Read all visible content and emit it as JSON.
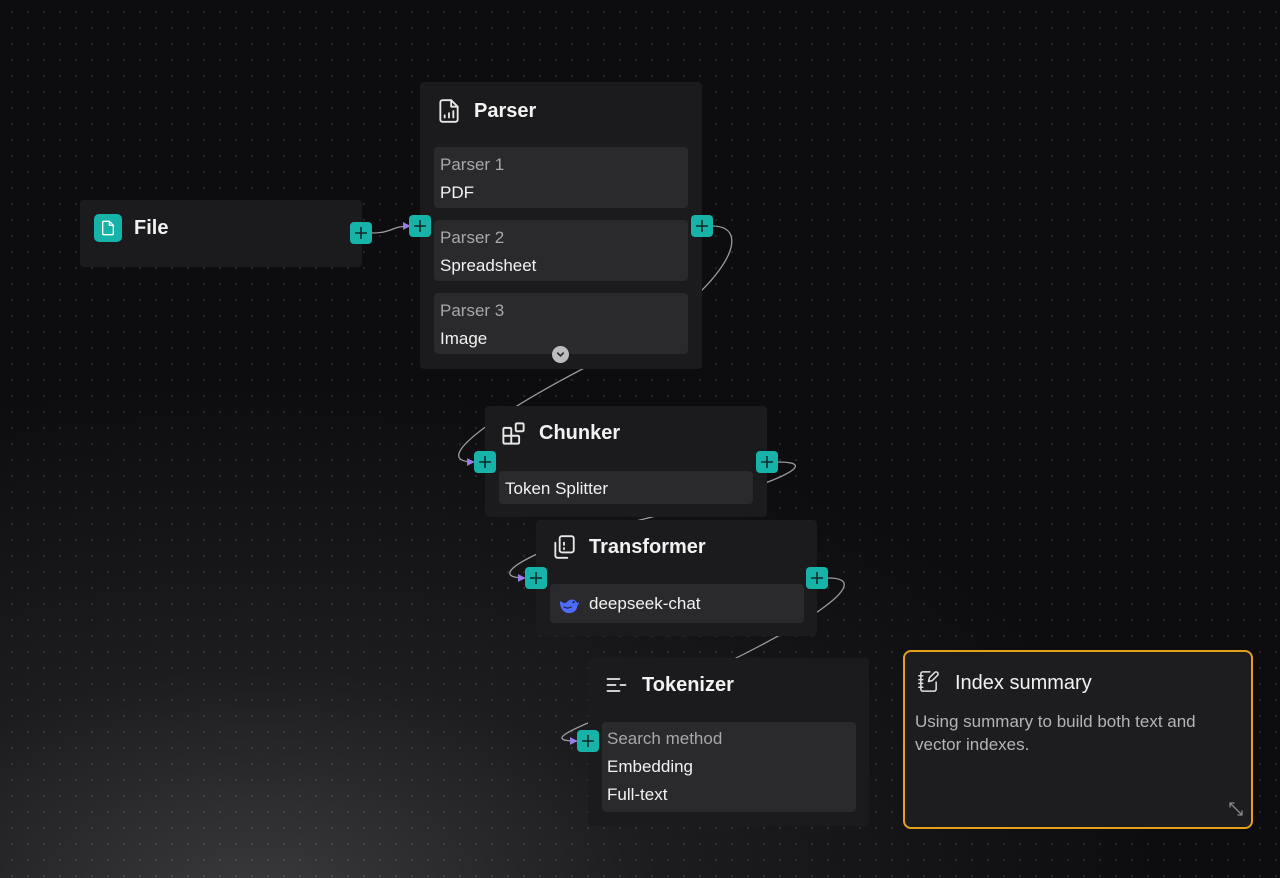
{
  "nodes": {
    "file": {
      "title": "File",
      "icon": "file-icon"
    },
    "parser": {
      "title": "Parser",
      "icon": "file-chart-icon",
      "items": [
        {
          "label": "Parser 1",
          "value": "PDF"
        },
        {
          "label": "Parser 2",
          "value": "Spreadsheet"
        },
        {
          "label": "Parser 3",
          "value": "Image"
        }
      ]
    },
    "chunker": {
      "title": "Chunker",
      "icon": "blocks-icon",
      "value": "Token Splitter"
    },
    "transformer": {
      "title": "Transformer",
      "icon": "copy-icon",
      "model": "deepseek-chat"
    },
    "tokenizer": {
      "title": "Tokenizer",
      "icon": "text-lines-icon",
      "label": "Search method",
      "methods": [
        "Embedding",
        "Full-text"
      ]
    }
  },
  "note": {
    "title": "Index summary",
    "icon": "notebook-pen-icon",
    "body": "Using summary to build both text and vector indexes."
  },
  "colors": {
    "handle": "#17b3a9",
    "note_border": "#e5a11c",
    "deepseek": "#4d6bfe"
  }
}
